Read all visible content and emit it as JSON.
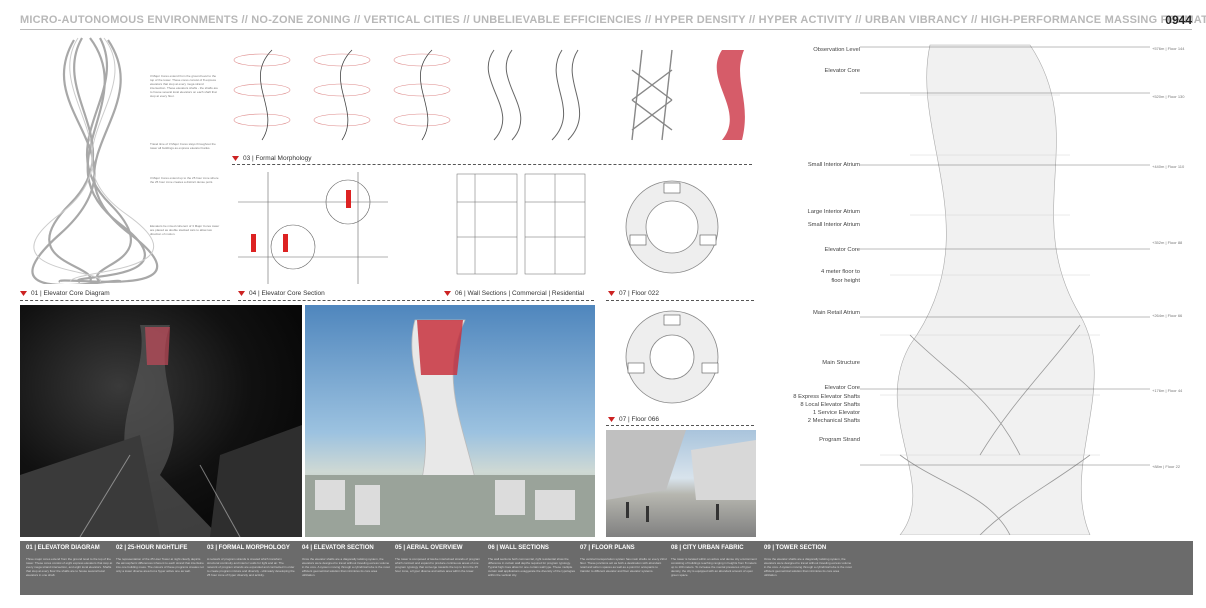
{
  "header": {
    "title": "MICRO-AUTONOMOUS ENVIRONMENTS // NO-ZONE ZONING // VERTICAL CITIES //  UNBELIEVABLE EFFICIENCIES // HYPER DENSITY // HYPER ACTIVITY // URBAN VIBRANCY // HIGH-PERFORMANCE MASSING FORMATIONS",
    "sheet_number": "0944"
  },
  "captions": {
    "elevator_core_diagram": "01 | Elevator Core Diagram",
    "formal_morphology": "03 | Formal Morphology",
    "elevator_core_section": "04 | Elevator Core Section",
    "wall_sections": "06 | Wall Sections | Commercial | Residential",
    "floor_022": "07 | Floor 022",
    "floor_066": "07 | Floor 066"
  },
  "elevation_labels": [
    "Observation Level",
    "Elevator Core",
    "Small Interior Atrium",
    "Large Interior Atrium",
    "Small Interior Atrium",
    "Elevator Core",
    "4 meter floor to",
    "floor height",
    "Main Retail Atrium",
    "Main Structure",
    "Elevator Core",
    "8 Express Elevator Shafts",
    "8 Local Elevator Shafts",
    "1 Service Elevator",
    "2 Mechanical Shafts",
    "Program Strand"
  ],
  "level_tags": [
    "+576m | Floor 144",
    "+520m | Floor 130",
    "+440m | Floor 110",
    "+352m | Floor 88",
    "+264m | Floor 66",
    "+176m | Floor 44",
    "+88m | Floor 22"
  ],
  "footer": [
    {
      "heading": "01 | ELEVATOR DIAGRAM",
      "body": "Three major cores extend from the ground level to the top of the tower. These cores consist of eight express elevators that stop at every mega strand intersection, and eight local elevators. Shafts that stop at every floor the shafts are to house several local elevators in one shaft."
    },
    {
      "heading": "02 | 25-HOUR NIGHTLIFE",
      "body": "The representation of the 25 Hour Tower at night clearly depicts the atmospheric differences inherent to each strand that intertwine into one building mass. The colours of these programs creates not only a tower diverse area but a hyper active one as well."
    },
    {
      "heading": "03 | FORMAL MORPHOLOGY",
      "body": "A network of program strands is created which transform structural continuity and interior voids for light and air. The network of program strands are expanded and contracted in order to create program mixture and diversity - ultimately developing the 25 hour zone of hyper diversity and activity."
    },
    {
      "heading": "04 | ELEVATOR SECTION",
      "body": "Once the elevator shafts are a diagonally twisting system, the elevators were designed to travel without traveling excess volume in the core. A system moving through a cylindrical tube is the most efficient geometrical solution that minimizes its core area utilization."
    },
    {
      "heading": "05 | AERIAL OVERVIEW",
      "body": "The tower is composed of twelve intertwined strands of program which contract and expand to produce continuous areas of one program typology that converge towards the top to form the 25 hour zone, a hyper diverse and active area within the tower."
    },
    {
      "heading": "06 | WALL SECTIONS",
      "body": "The wall sections both commercial, right residential show the difference in curtain wall depths required for program typology. Typical high rises allow for one curtain wall type. These multiple curtain wall applications exaggerate the diversity of the typologies within the vertical city."
    },
    {
      "heading": "07 | FLOOR PLANS",
      "body": "The vertical transportation system has main shafts on every 22nd floor. These junctions act as both a destination with abundant retail and atrium spaces as well as a point for occupants to transfer to different elevator and floor elevator systems."
    },
    {
      "heading": "08 | CITY URBAN FABRIC",
      "body": "The tower is located within an active and dense city environment consisting of buildings reaching ranging in heights from 8 meters up to 100 meters. To increase the mental pressures of hyper density, the city is equipped with an abundant amount of open green space."
    },
    {
      "heading": "09 | TOWER SECTION",
      "body": "Once the elevator shafts are a diagonally twisting system, the elevators were designed to travel without traveling excess volume in the core. A system moving through a cylindrical tube is the most efficient geometrical solution that minimizes its core area utilization."
    }
  ],
  "annotations": [
    "3 Major Cores extend from the ground level to the top of the tower. These cores consist of 8 express elevators that stop at every mega strand intersection. These elevators shafts - the shafts are to house several local elevators on each shaft that stop at every floor.",
    "Travel time of 3 Major Cores stays throughout the tower all buildings as express elevator banks.",
    "3 Major Cores extend up to the 25 hour zone where the 25 hour zone creates a distinct dense point.",
    "Elevators be mixed coherent of 3 Major Cores tower are placed as double stacked cars to allow two direction of motion."
  ],
  "colors": {
    "accent_red": "#cc2222",
    "footer_bg": "#6b6b6b",
    "header_gray": "#b8b8b8"
  }
}
